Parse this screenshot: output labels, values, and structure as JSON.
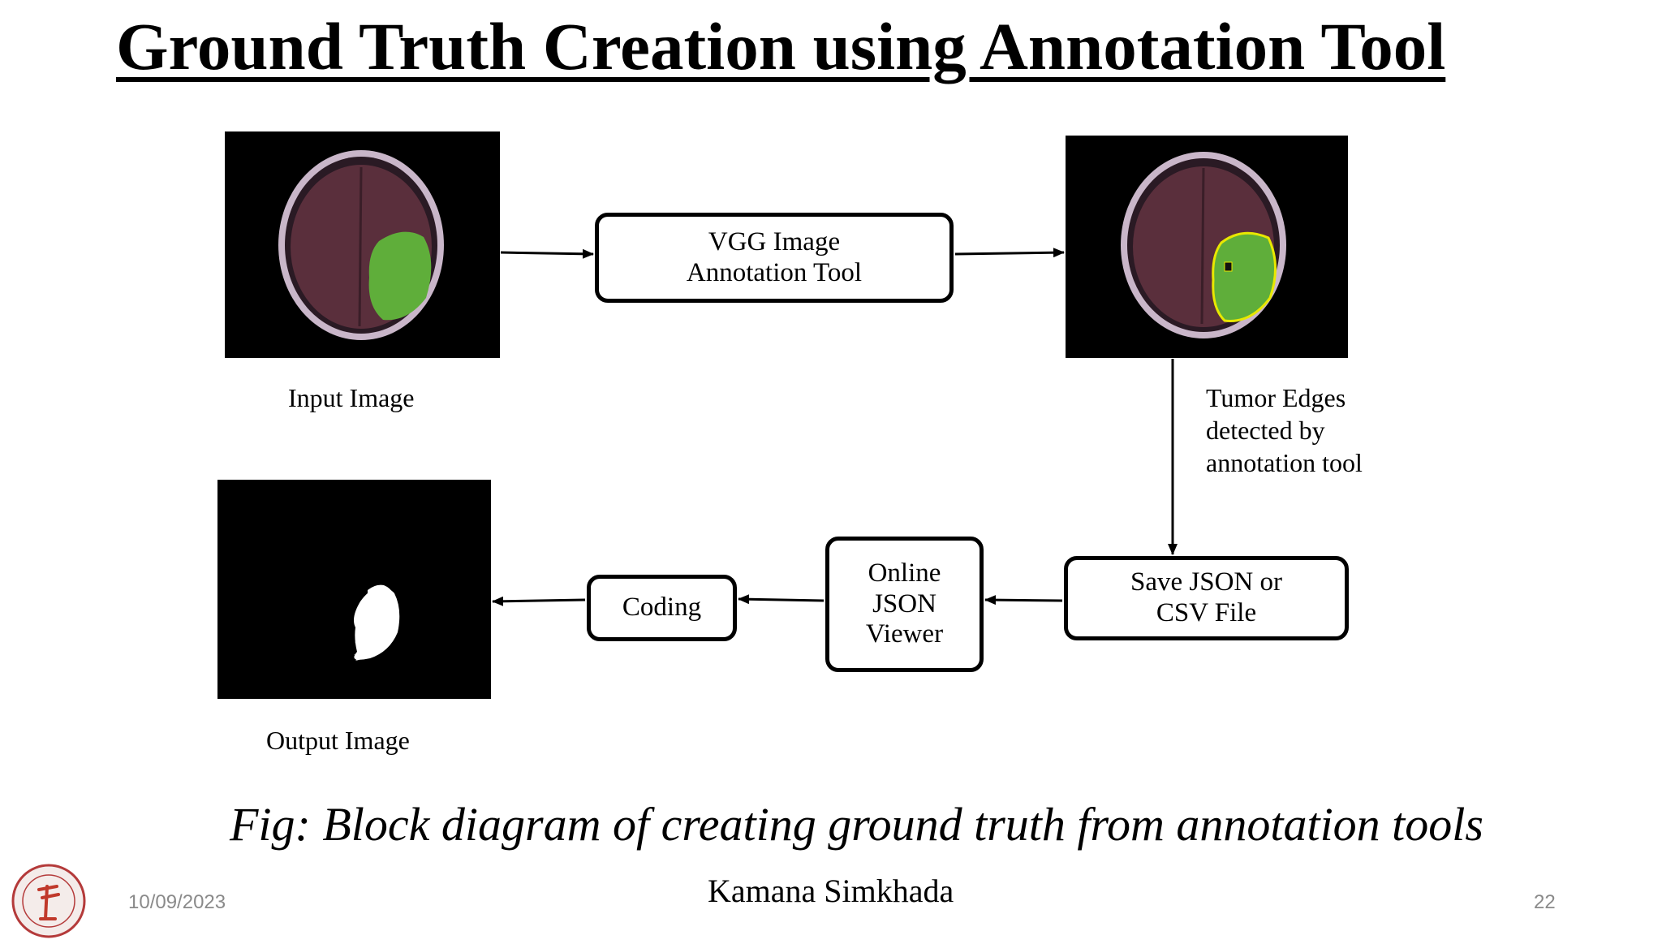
{
  "slide": {
    "title": "Ground Truth Creation using Annotation Tool",
    "caption": "Fig: Block diagram of creating ground truth from annotation tools",
    "author": "Kamana Simkhada",
    "date": "10/09/2023",
    "page_number": "22"
  },
  "diagram": {
    "input_label": "Input Image",
    "vgg_box": "VGG Image\nAnnotation Tool",
    "tumor_label": "Tumor Edges\ndetected by\nannotation tool",
    "save_box": "Save JSON or\nCSV File",
    "viewer_box": "Online\nJSON\nViewer",
    "coding_box": "Coding",
    "output_label": "Output Image"
  },
  "colors": {
    "tumor_fill": "#5fae3a",
    "annotation_outline": "#e8e800",
    "brain_tissue": "#5a2f3c"
  }
}
